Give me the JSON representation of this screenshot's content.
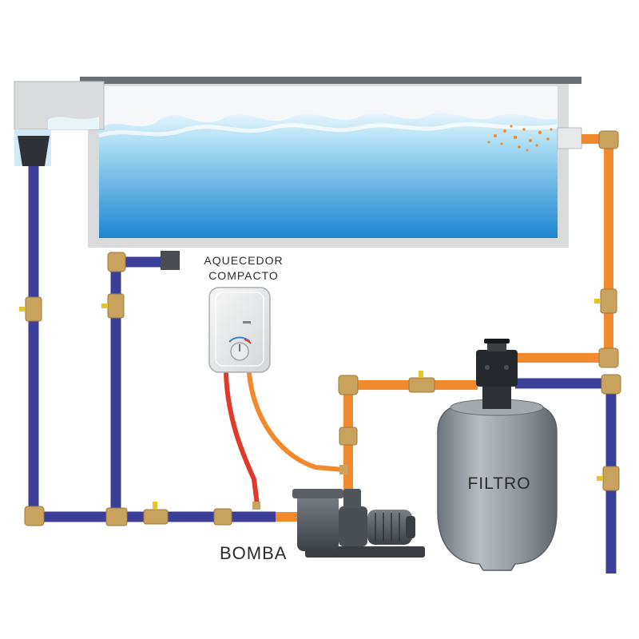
{
  "labels": {
    "heater_line1": "AQUECEDOR",
    "heater_line2": "COMPACTO",
    "pump": "BOMBA",
    "filter": "FILTRO"
  },
  "colors": {
    "cold_pipe": "#3b3f98",
    "warm_pipe": "#f08a2c",
    "hot_pipe": "#e03a2c",
    "fitting": "#c9a25d",
    "valve_handle": "#e3c62c",
    "water_light": "#bfe6f7",
    "water_deep": "#1f8fd6",
    "filter_body": "#8e949b",
    "pump_body": "#4f5459"
  },
  "icons": {
    "valve": "ball-valve-icon",
    "heater_knob": "dial-knob-icon"
  }
}
